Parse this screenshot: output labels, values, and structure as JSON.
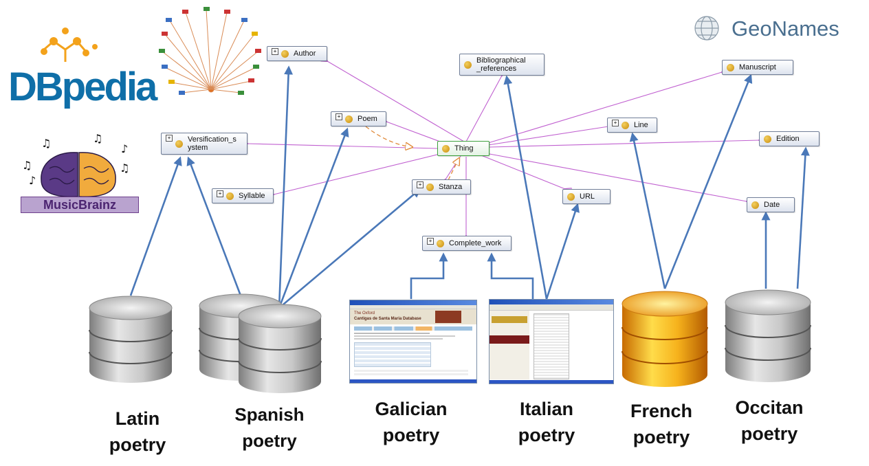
{
  "nodes": {
    "author": "Author",
    "bibliographical": "Bibliographical\n_references",
    "manuscript": "Manuscript",
    "poem": "Poem",
    "line": "Line",
    "versification": "Versification_s\nystem",
    "thing": "Thing",
    "edition": "Edition",
    "stanza": "Stanza",
    "syllable": "Syllable",
    "url": "URL",
    "date": "Date",
    "complete_work": "Complete_work"
  },
  "databases": {
    "latin": "Latin\npoetry",
    "spanish": "Spanish\npoetry",
    "galician": "Galician\npoetry",
    "italian": "Italian\npoetry",
    "french": "French\npoetry",
    "occitan": "Occitan\npoetry"
  },
  "logos": {
    "dbpedia": "DBpedia",
    "musicbrainz": "MusicBrainz",
    "geonames": "GeoNames"
  },
  "screenshots": {
    "galician_title": "The Oxford",
    "galician_subtitle": "Cantigas de Santa Maria Database"
  },
  "colors": {
    "ontology_link": "#c060d0",
    "mapping_arrow": "#4a78b8",
    "thing_border": "#3ca03c",
    "dbpedia_blue": "#0f6fa8",
    "musicbrainz_purple": "#6d3f8c",
    "geonames_text": "#4a6f8f"
  }
}
